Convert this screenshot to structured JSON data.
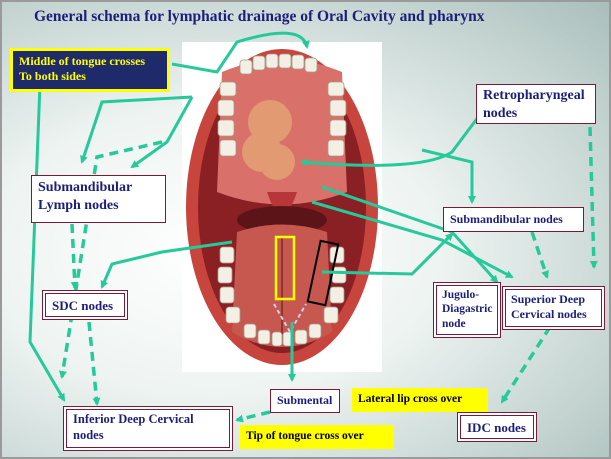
{
  "title": "General schema for lymphatic drainage of Oral Cavity and pharynx",
  "boxes": {
    "middle_tongue": {
      "line1": "Middle of tongue crosses",
      "line2": "To both sides"
    },
    "retropharyngeal": {
      "line1": "Retropharyngeal",
      "line2": "nodes"
    },
    "submandibular_left": {
      "line1": "Submandibular",
      "line2": "Lymph nodes"
    },
    "submandibular_right": "Submandibular nodes",
    "sdc": "SDC nodes",
    "jugulo": {
      "line1": "Jugulo-",
      "line2": "Diagastric",
      "line3": "node"
    },
    "superior_deep": {
      "line1": "Superior Deep",
      "line2": "Cervical nodes"
    },
    "submental": "Submental",
    "lateral_lip": "Lateral lip cross over",
    "tip_tongue": "Tip of tongue cross over",
    "inferior_deep": {
      "line1": "Inferior Deep Cervical",
      "line2": "nodes"
    },
    "idc": "IDC nodes"
  },
  "colors": {
    "arrow": "#26c99a",
    "box_text": "#1b1f7a",
    "box_border": "#7a1a35",
    "highlight": "#ffff00"
  }
}
